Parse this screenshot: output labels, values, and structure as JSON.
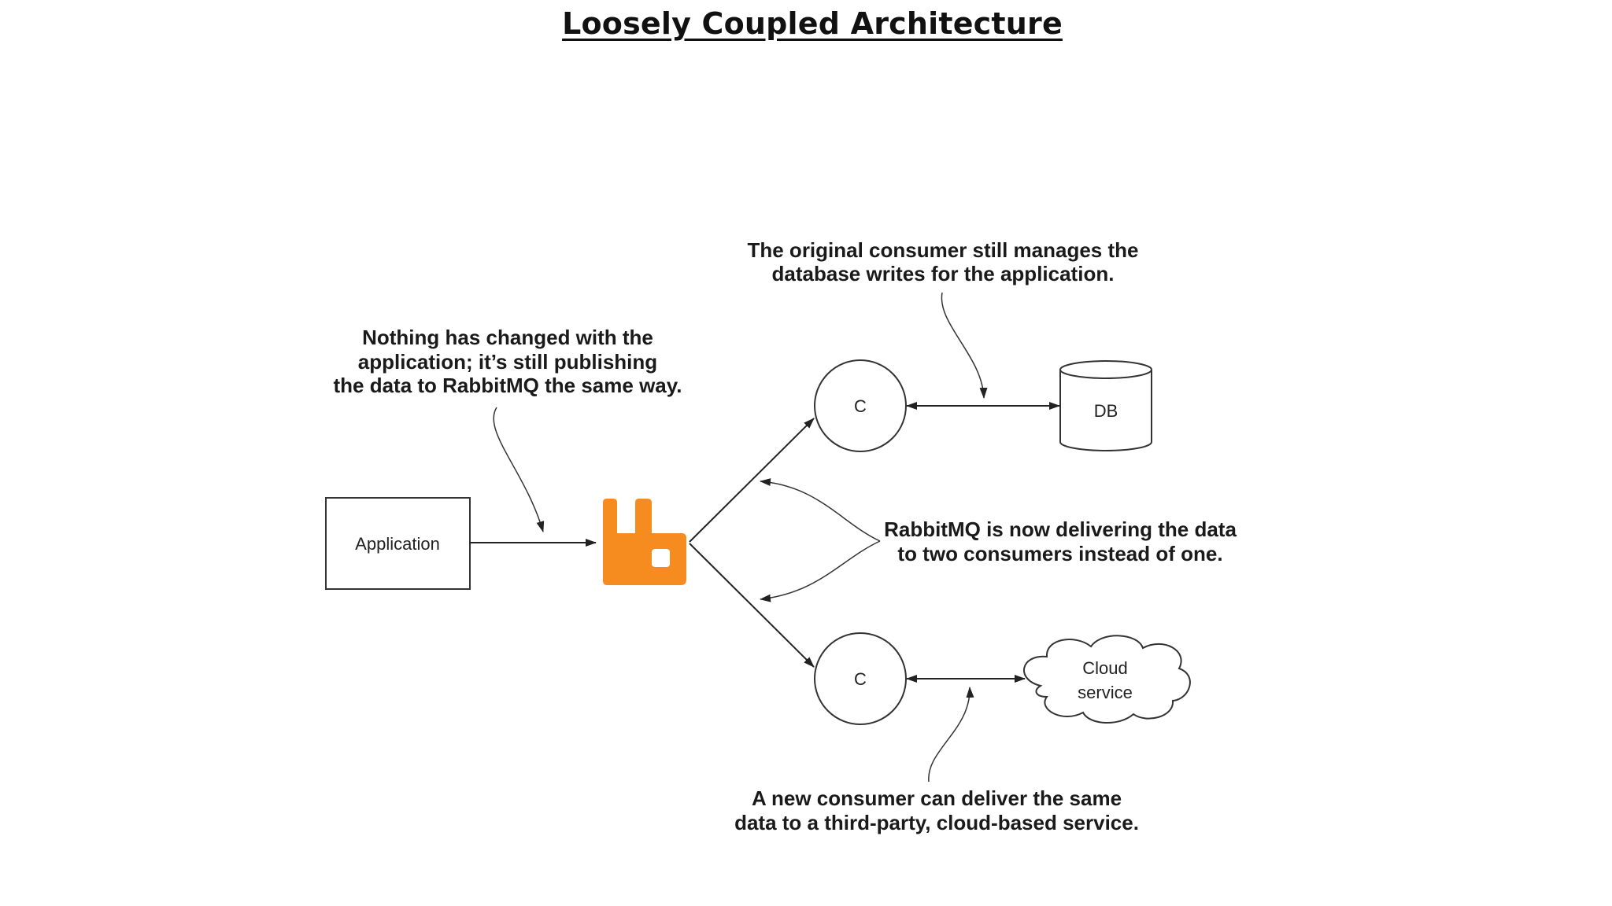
{
  "title": "Loosely Coupled Architecture",
  "nodes": {
    "application": "Application",
    "consumer_top": "C",
    "consumer_bottom": "C",
    "database": "DB",
    "cloud_line1": "Cloud",
    "cloud_line2": "service"
  },
  "annotations": {
    "publisher_note": [
      "Nothing has changed with the",
      "application; it’s still publishing",
      "the data to RabbitMQ the same way."
    ],
    "original_consumer_note": [
      "The original consumer still manages the",
      "database writes for the application."
    ],
    "delivery_note": [
      "RabbitMQ is now delivering the data",
      "to two consumers instead of one."
    ],
    "new_consumer_note": [
      "A new consumer can deliver the same",
      "data to a third-party, cloud-based service."
    ]
  },
  "colors": {
    "rabbitmq_logo": "#F68B1F"
  },
  "icons": {
    "broker": "rabbitmq-logo-icon"
  }
}
